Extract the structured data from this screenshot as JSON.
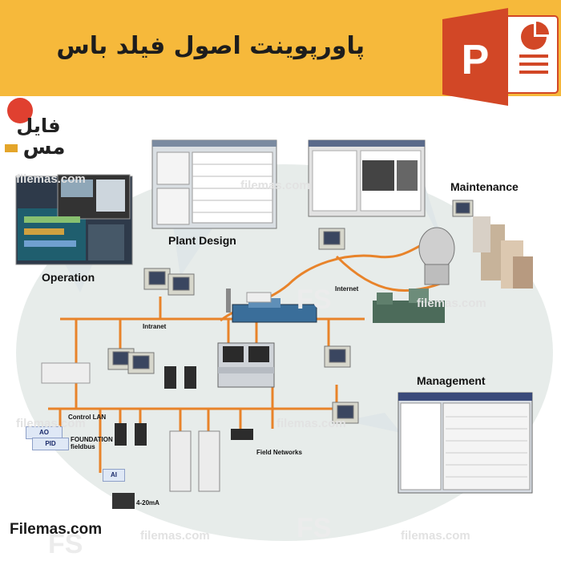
{
  "banner": {
    "title": "پاورپوینت اصول فیلد باس",
    "background": "#f6b93b",
    "logo_icon": "powerpoint-icon"
  },
  "diagram": {
    "network_color": "#e8832a",
    "labels": {
      "operation": "Operation",
      "plant_design": "Plant Design",
      "maintenance": "Maintenance",
      "management": "Management",
      "internet": "Internet",
      "intranet": "Intranet",
      "control_lan": "Control LAN",
      "foundation_fieldbus": "FOUNDATION fieldbus",
      "field_networks": "Field Networks",
      "ma": "4-20mA",
      "ao": "AO",
      "pid": "PID",
      "ai": "AI"
    }
  },
  "watermark": {
    "text": "filemas.com",
    "fs": "FS",
    "brand": "Filemas.com",
    "brand_logo_text": "فایل مس"
  }
}
